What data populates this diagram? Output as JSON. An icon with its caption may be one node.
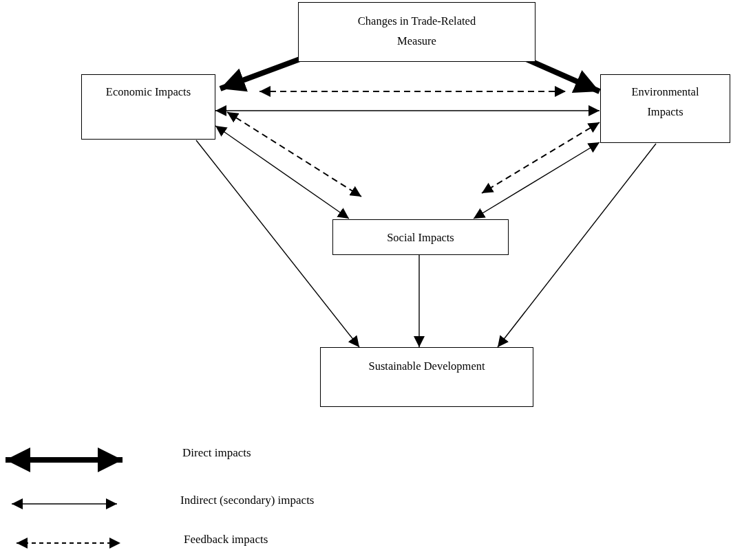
{
  "diagram": {
    "nodes": [
      {
        "text": [
          "Changes in Trade-Related Measure"
        ]
      },
      {
        "text": [
          "Economic Impacts"
        ]
      },
      {
        "text": [
          "Environmental Impacts"
        ]
      },
      {
        "text": [
          "Social Impacts"
        ]
      },
      {
        "text": [
          "Sustainable Development"
        ]
      }
    ],
    "edges": [
      {
        "from": 0,
        "to": 1,
        "arrow": "to",
        "style": "thick"
      },
      {
        "from": 0,
        "to": 2,
        "arrow": "to",
        "style": "thick"
      },
      {
        "from": 1,
        "to": 2,
        "arrow": "both",
        "style": "dashed"
      },
      {
        "from": 1,
        "to": 2,
        "arrow": "both"
      },
      {
        "from": 1,
        "to": 3,
        "arrow": "both",
        "style": "dashed"
      },
      {
        "from": 1,
        "to": 3,
        "arrow": "both"
      },
      {
        "from": 2,
        "to": 3,
        "arrow": "both",
        "style": "dashed"
      },
      {
        "from": 2,
        "to": 3,
        "arrow": "both"
      },
      {
        "from": 1,
        "to": 4,
        "arrow": "to"
      },
      {
        "from": 3,
        "to": 4,
        "arrow": "to"
      },
      {
        "from": 2,
        "to": 4,
        "arrow": "to"
      }
    ],
    "legend": [
      {
        "text": "Direct impacts"
      },
      {
        "text": "Indirect (secondary) impacts"
      },
      {
        "text": "Feedback impacts"
      }
    ]
  }
}
